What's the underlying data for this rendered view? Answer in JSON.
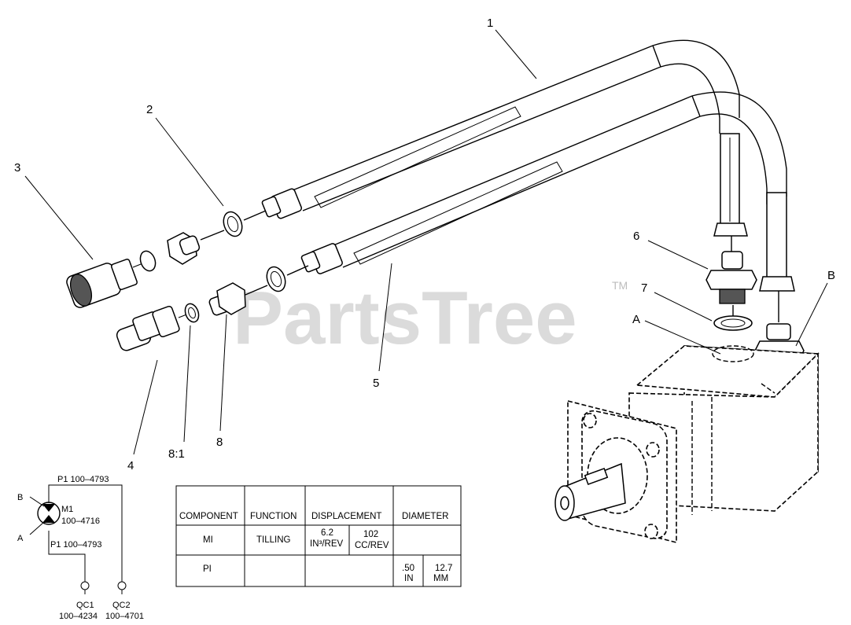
{
  "watermark": {
    "text": "PartsTree",
    "tm": "TM"
  },
  "callouts": {
    "c1": "1",
    "c2": "2",
    "c3": "3",
    "c4": "4",
    "c5": "5",
    "c6": "6",
    "c7": "7",
    "c8": "8",
    "c81": "8:1",
    "cA": "A",
    "cB": "B"
  },
  "schematic": {
    "p1_top": "P1   100–4793",
    "m1": "M1",
    "m1_part": "100–4716",
    "p1_bottom": "P1   100–4793",
    "port_b": "B",
    "port_a": "A",
    "qc1": "QC1",
    "qc1_part": "100–4234",
    "qc2": "QC2",
    "qc2_part": "100–4701"
  },
  "table": {
    "headers": [
      "COMPONENT",
      "FUNCTION",
      "DISPLACEMENT",
      "DIAMETER"
    ],
    "row1": {
      "component": "MI",
      "function": "TILLING",
      "disp_in_value": "6.2",
      "disp_in_unit": "IN³/REV",
      "disp_cc_value": "102",
      "disp_cc_unit": "CC/REV"
    },
    "row2": {
      "component": "PI",
      "dia_in_value": ".50",
      "dia_in_unit": "IN",
      "dia_mm_value": "12.7",
      "dia_mm_unit": "MM"
    }
  }
}
